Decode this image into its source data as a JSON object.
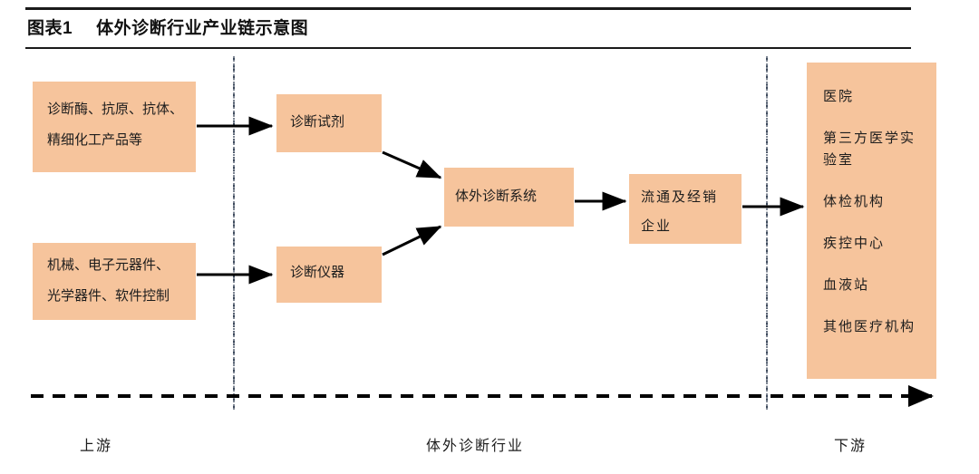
{
  "header": {
    "figure_number": "图表1",
    "title": "体外诊断行业产业链示意图"
  },
  "colors": {
    "box_fill": "#F6C49C",
    "arrow": "#000000",
    "divider": "#3d4a5c",
    "rule": "#1a1a1a",
    "text": "#1d1d1d"
  },
  "diagram": {
    "type": "value-chain-flow",
    "boxes": {
      "raw_materials": {
        "lines": [
          "诊断酶、抗原、抗体、",
          "精细化工产品等"
        ]
      },
      "components": {
        "lines": [
          "机械、电子元器件、",
          "光学器件、软件控制"
        ]
      },
      "reagents": {
        "lines": [
          "诊断试剂"
        ]
      },
      "instruments": {
        "lines": [
          "诊断仪器"
        ]
      },
      "ivd_system": {
        "lines": [
          "体外诊断系统"
        ]
      },
      "distribution": {
        "lines": [
          "流通及经销",
          "企业"
        ]
      },
      "downstream": {
        "lines": [
          "医院",
          "第三方医学实",
          "验室",
          "体检机构",
          "疾控中心",
          "血液站",
          "其他医疗机构"
        ]
      }
    },
    "flows": [
      {
        "from": "raw_materials",
        "to": "reagents"
      },
      {
        "from": "components",
        "to": "instruments"
      },
      {
        "from": "reagents",
        "to": "ivd_system"
      },
      {
        "from": "instruments",
        "to": "ivd_system"
      },
      {
        "from": "ivd_system",
        "to": "distribution"
      },
      {
        "from": "distribution",
        "to": "downstream"
      }
    ],
    "segments": [
      {
        "id": "upstream",
        "label": "上游"
      },
      {
        "id": "industry",
        "label": "体外诊断行业"
      },
      {
        "id": "downstream",
        "label": "下游"
      }
    ]
  }
}
